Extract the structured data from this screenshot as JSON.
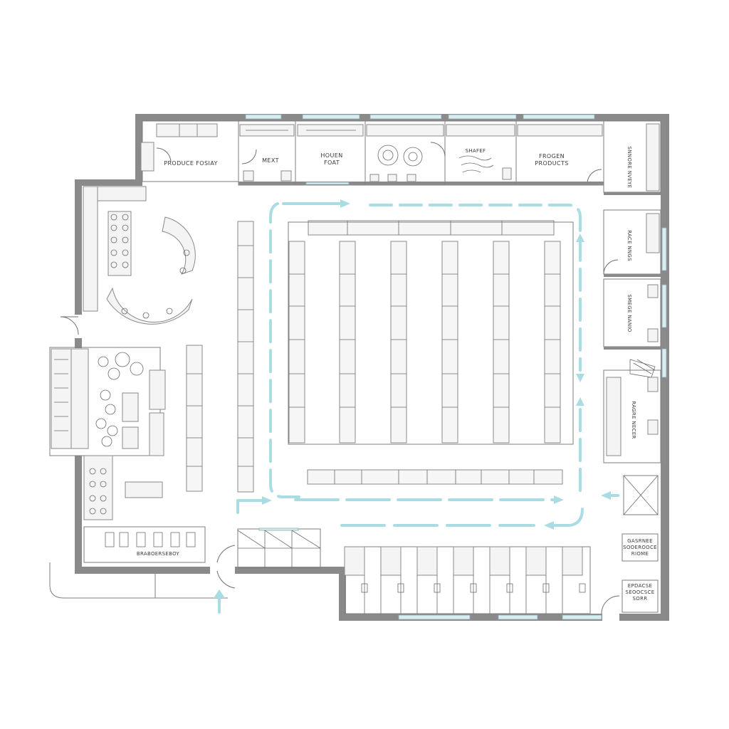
{
  "rooms": {
    "produce": "PRODUCE FOSIAY",
    "meat": "MEXT",
    "houen_foat": "HOUEN FOAT",
    "seafood": "SHAFEF",
    "frozen_products_line1": "FROGEN",
    "frozen_products_line2": "PRODUCTS",
    "east_room_1": "SNNORE NVEYE",
    "east_room_2": "RACE NNGS",
    "east_room_3": "SMEGE NANIO",
    "east_service": "RAGRE NECER",
    "southeast_room_line1": "GASRNEE",
    "southeast_room_line2": "SOOEROOCE",
    "southeast_room_line3": "RIOME",
    "southeast_small_line1": "EPDACSE",
    "southeast_small_line2": "SEOOCSCE",
    "southeast_small_line3": "SORR",
    "cart_bay": "BRABOERSEBOY"
  },
  "colors": {
    "wall": "#8a8a8a",
    "flow_arrow": "#a9dde3",
    "glass": "#d9eef2",
    "background": "#ffffff"
  }
}
